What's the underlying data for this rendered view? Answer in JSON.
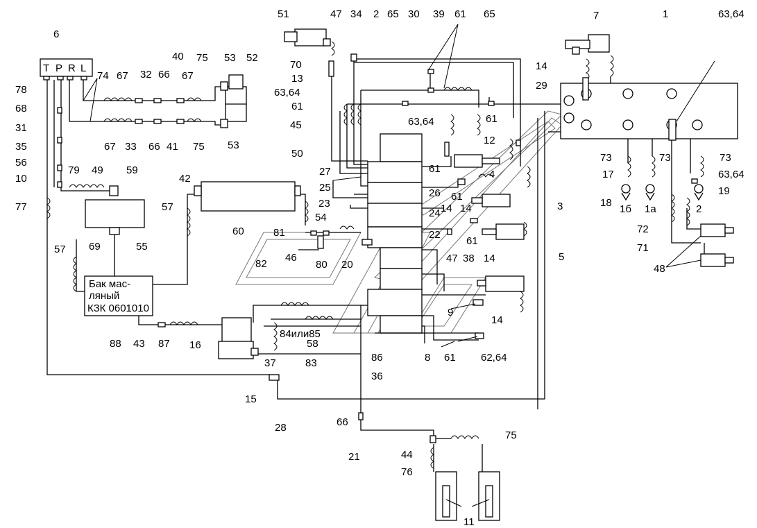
{
  "tank_label": [
    "Бак мас-",
    "ляный",
    "КЗК 0601010"
  ],
  "ports": [
    "T",
    "P",
    "R",
    "L"
  ],
  "variant_label": "84или85",
  "port_marks": [
    "1б",
    "1а",
    "2"
  ],
  "callouts": [
    {
      "id": "c51",
      "text": "51"
    },
    {
      "id": "c47a",
      "text": "47"
    },
    {
      "id": "c34",
      "text": "34"
    },
    {
      "id": "c2",
      "text": "2"
    },
    {
      "id": "c65a",
      "text": "65"
    },
    {
      "id": "c30",
      "text": "30"
    },
    {
      "id": "c39",
      "text": "39"
    },
    {
      "id": "c61a",
      "text": "61"
    },
    {
      "id": "c65b",
      "text": "65"
    },
    {
      "id": "c7",
      "text": "7"
    },
    {
      "id": "c1",
      "text": "1"
    },
    {
      "id": "c6364a",
      "text": "63,64"
    },
    {
      "id": "c6",
      "text": "6"
    },
    {
      "id": "c75a",
      "text": "75"
    },
    {
      "id": "c53a",
      "text": "53"
    },
    {
      "id": "c52",
      "text": "52"
    },
    {
      "id": "c40",
      "text": "40"
    },
    {
      "id": "c74",
      "text": "74"
    },
    {
      "id": "c67a",
      "text": "67"
    },
    {
      "id": "c32",
      "text": "32"
    },
    {
      "id": "c66a",
      "text": "66"
    },
    {
      "id": "c67b",
      "text": "67"
    },
    {
      "id": "c70",
      "text": "70"
    },
    {
      "id": "c13",
      "text": "13"
    },
    {
      "id": "c6364b",
      "text": "63,64"
    },
    {
      "id": "c61b",
      "text": "61"
    },
    {
      "id": "c14a",
      "text": "14"
    },
    {
      "id": "c29",
      "text": "29"
    },
    {
      "id": "c78",
      "text": "78"
    },
    {
      "id": "c68",
      "text": "68"
    },
    {
      "id": "c31",
      "text": "31"
    },
    {
      "id": "c35",
      "text": "35"
    },
    {
      "id": "c56",
      "text": "56"
    },
    {
      "id": "c10",
      "text": "10"
    },
    {
      "id": "c77",
      "text": "77"
    },
    {
      "id": "c79",
      "text": "79"
    },
    {
      "id": "c49",
      "text": "49"
    },
    {
      "id": "c59",
      "text": "59"
    },
    {
      "id": "c67c",
      "text": "67"
    },
    {
      "id": "c33",
      "text": "33"
    },
    {
      "id": "c66b",
      "text": "66"
    },
    {
      "id": "c41",
      "text": "41"
    },
    {
      "id": "c75b",
      "text": "75"
    },
    {
      "id": "c53b",
      "text": "53"
    },
    {
      "id": "c45",
      "text": "45"
    },
    {
      "id": "c6364c",
      "text": "63,64"
    },
    {
      "id": "c61c",
      "text": "61"
    },
    {
      "id": "c14b",
      "text": "14"
    },
    {
      "id": "c73a",
      "text": "73"
    },
    {
      "id": "c73b",
      "text": "73"
    },
    {
      "id": "c73c",
      "text": "73"
    },
    {
      "id": "c17",
      "text": "17"
    },
    {
      "id": "c6364d",
      "text": "63,64"
    },
    {
      "id": "c18",
      "text": "18"
    },
    {
      "id": "c19",
      "text": "19"
    },
    {
      "id": "c12",
      "text": "12"
    },
    {
      "id": "c61d",
      "text": "61"
    },
    {
      "id": "c50",
      "text": "50"
    },
    {
      "id": "c42",
      "text": "42"
    },
    {
      "id": "c27",
      "text": "27"
    },
    {
      "id": "c25",
      "text": "25"
    },
    {
      "id": "c26",
      "text": "26"
    },
    {
      "id": "c4",
      "text": "4"
    },
    {
      "id": "c61e",
      "text": "61"
    },
    {
      "id": "c57a",
      "text": "57"
    },
    {
      "id": "c60",
      "text": "60"
    },
    {
      "id": "c23",
      "text": "23"
    },
    {
      "id": "c24",
      "text": "24"
    },
    {
      "id": "c14c",
      "text": "14"
    },
    {
      "id": "c3",
      "text": "3"
    },
    {
      "id": "c72",
      "text": "72"
    },
    {
      "id": "c54",
      "text": "54"
    },
    {
      "id": "c81",
      "text": "81"
    },
    {
      "id": "c71",
      "text": "71"
    },
    {
      "id": "c22",
      "text": "22"
    },
    {
      "id": "c61f",
      "text": "61"
    },
    {
      "id": "c69",
      "text": "69"
    },
    {
      "id": "c55",
      "text": "55"
    },
    {
      "id": "c57b",
      "text": "57"
    },
    {
      "id": "c46",
      "text": "46"
    },
    {
      "id": "c80",
      "text": "80"
    },
    {
      "id": "c20",
      "text": "20"
    },
    {
      "id": "c47b",
      "text": "47"
    },
    {
      "id": "c38",
      "text": "38"
    },
    {
      "id": "c14d",
      "text": "14"
    },
    {
      "id": "c48",
      "text": "48"
    },
    {
      "id": "c82",
      "text": "82"
    },
    {
      "id": "c5",
      "text": "5"
    },
    {
      "id": "c9",
      "text": "9"
    },
    {
      "id": "c14e",
      "text": "14"
    },
    {
      "id": "c16",
      "text": "16"
    },
    {
      "id": "c58",
      "text": "58"
    },
    {
      "id": "c88",
      "text": "88"
    },
    {
      "id": "c43",
      "text": "43"
    },
    {
      "id": "c87",
      "text": "87"
    },
    {
      "id": "c37",
      "text": "37"
    },
    {
      "id": "c83",
      "text": "83"
    },
    {
      "id": "c86",
      "text": "86"
    },
    {
      "id": "c8",
      "text": "8"
    },
    {
      "id": "c61g",
      "text": "61"
    },
    {
      "id": "c6264",
      "text": "62,64"
    },
    {
      "id": "c36",
      "text": "36"
    },
    {
      "id": "c15",
      "text": "15"
    },
    {
      "id": "c28",
      "text": "28"
    },
    {
      "id": "c66c",
      "text": "66"
    },
    {
      "id": "c21",
      "text": "21"
    },
    {
      "id": "c44",
      "text": "44"
    },
    {
      "id": "c75c",
      "text": "75"
    },
    {
      "id": "c76",
      "text": "76"
    },
    {
      "id": "c11",
      "text": "11"
    }
  ]
}
